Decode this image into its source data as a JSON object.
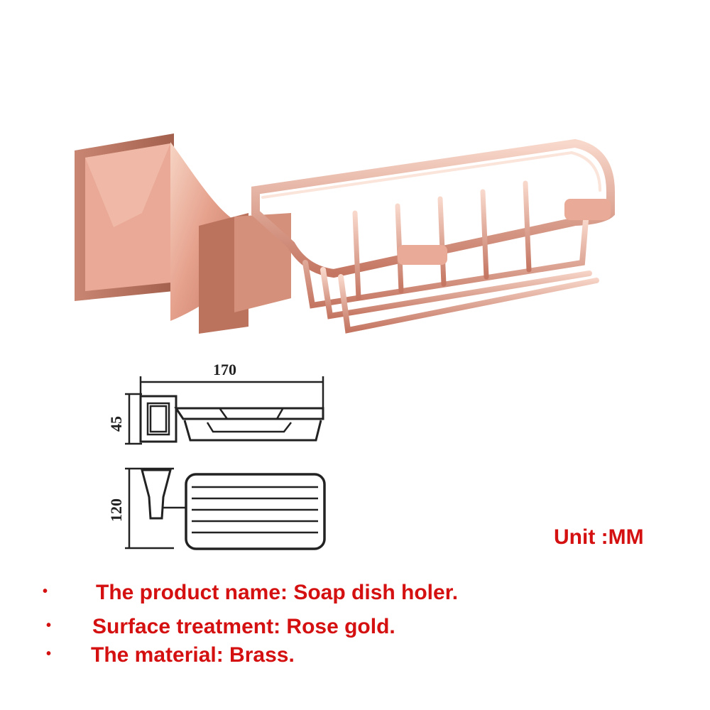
{
  "product_image": {
    "icon": "rose-gold-soap-dish-holder",
    "colors": {
      "rose_gold": "#e6a48d",
      "rose_gold_dark": "#b8705c",
      "rose_gold_light": "#f6d2c2"
    }
  },
  "dimensions": {
    "width": "170",
    "height": "45",
    "depth": "120",
    "line_color": "#222222"
  },
  "unit": {
    "label": "Unit :MM"
  },
  "specs": [
    {
      "bullet": "•",
      "text": "The product name:  Soap dish holer."
    },
    {
      "bullet": "•",
      "text": "Surface treatment: Rose gold."
    },
    {
      "bullet": "•",
      "text": "The material: Brass."
    }
  ],
  "accent_color": "#d41010"
}
